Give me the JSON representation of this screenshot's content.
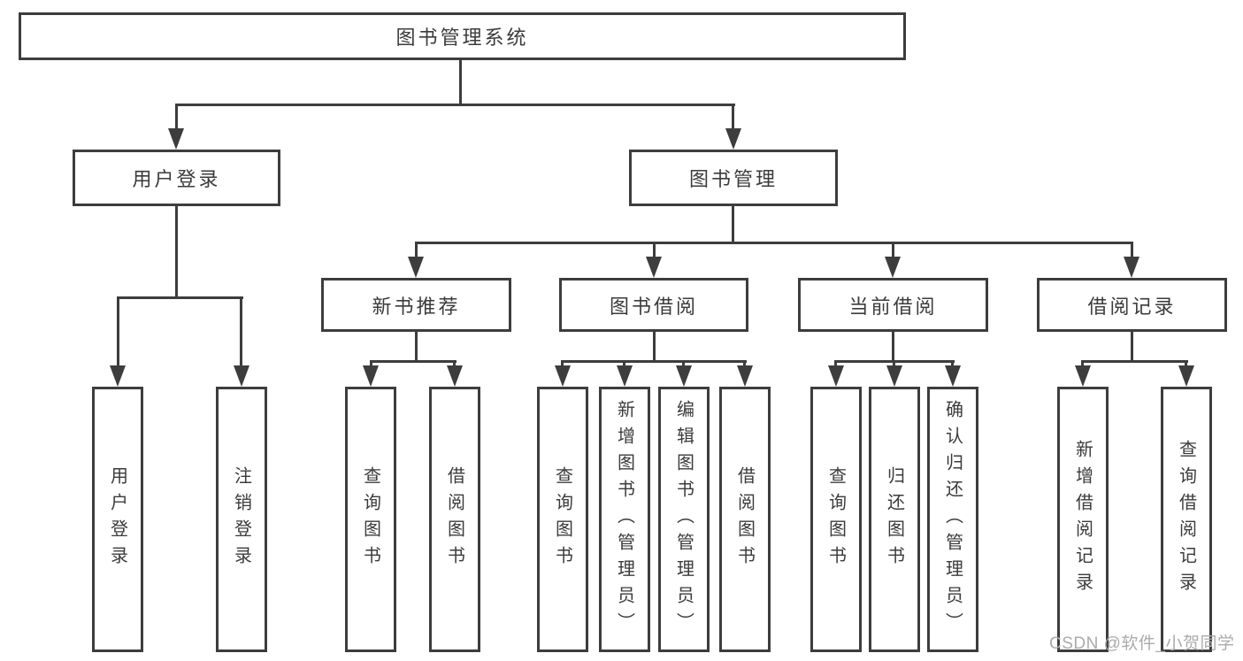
{
  "title": "图书管理系统",
  "colors": {
    "stroke": "#3d3d3d",
    "text": "#3b3b3b",
    "background": "#ffffff",
    "watermark": "#ababab"
  },
  "watermark": "CSDN @软件_小贺同学",
  "nodes": {
    "root": "图书管理系统",
    "user_login": "用户登录",
    "book_management": "图书管理",
    "new_book_recommend": "新书推荐",
    "book_borrow": "图书借阅",
    "current_borrow": "当前借阅",
    "borrow_records": "借阅记录",
    "leaves": {
      "user_login_leaf": "用户登录",
      "logout": "注销登录",
      "query_book_recommend": "查询图书",
      "borrow_book_recommend": "借阅图书",
      "query_book_borrow": "查询图书",
      "add_book_admin": "新增图书（管理员）",
      "edit_book_admin": "编辑图书（管理员）",
      "borrow_book_borrow": "借阅图书",
      "query_book_current": "查询图书",
      "return_book": "归还图书",
      "confirm_return_admin": "确认归还（管理员）",
      "add_borrow_record": "新增借阅记录",
      "query_borrow_record": "查询借阅记录"
    }
  },
  "tree": {
    "图书管理系统": {
      "用户登录": [
        "用户登录",
        "注销登录"
      ],
      "图书管理": {
        "新书推荐": [
          "查询图书",
          "借阅图书"
        ],
        "图书借阅": [
          "查询图书",
          "新增图书（管理员）",
          "编辑图书（管理员）",
          "借阅图书"
        ],
        "当前借阅": [
          "查询图书",
          "归还图书",
          "确认归还（管理员）"
        ],
        "借阅记录": [
          "新增借阅记录",
          "查询借阅记录"
        ]
      }
    }
  }
}
